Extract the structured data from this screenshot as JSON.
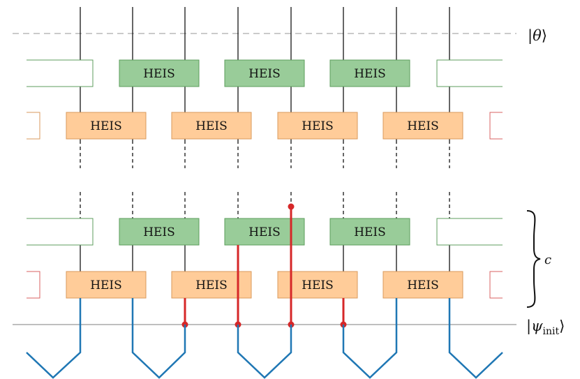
{
  "gate_label": "HEIS",
  "labels": {
    "theta": "θ",
    "psi": "ψ",
    "psi_sub": "init",
    "layers": "c"
  },
  "colors": {
    "green_fill": "#99cc99",
    "green_stroke": "#5c9e5c",
    "orange_fill": "#ffcc99",
    "orange_stroke": "#d99a5c",
    "red_edge": "#d96060",
    "wire": "#000000",
    "dashed_line": "#aaaaaa",
    "baseline": "#999999",
    "red_path": "#d62728",
    "blue_path": "#1f77b4"
  },
  "icons": {
    "c_brace": "right-curly-brace-icon",
    "path_endpoint": "red-dot-icon"
  }
}
